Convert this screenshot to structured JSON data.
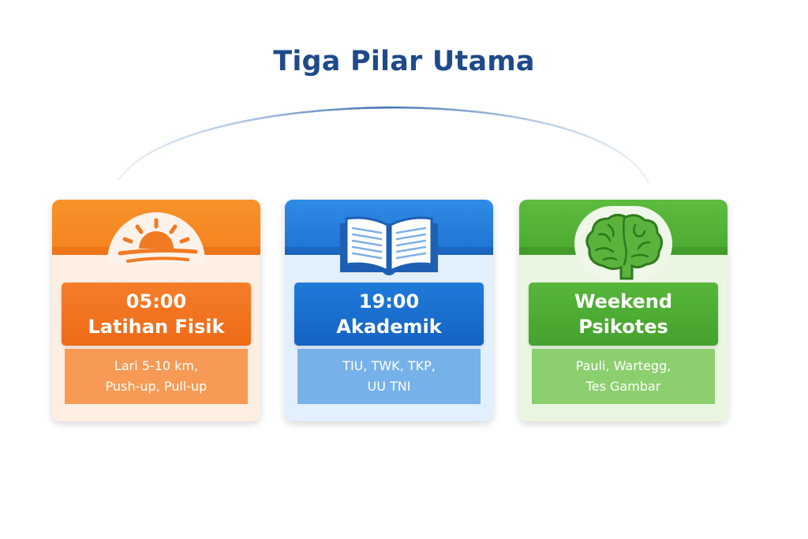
{
  "title": "Tiga Pilar Utama",
  "pillars": [
    {
      "icon": "sunrise-icon",
      "color": "#f58220",
      "time": "05:00",
      "name": "Latihan Fisik",
      "items": [
        "Lari 5-10 km,",
        "Push-up, Pull-up"
      ]
    },
    {
      "icon": "open-book-icon",
      "color": "#1e73d2",
      "time": "19:00",
      "name": "Akademik",
      "items": [
        "TIU, TWK, TKP,",
        "UU TNI"
      ]
    },
    {
      "icon": "brain-icon",
      "color": "#4aaa30",
      "time": "Weekend",
      "name": "Psikotes",
      "items": [
        "Pauli, Wartegg,",
        "Tes Gambar"
      ]
    }
  ]
}
